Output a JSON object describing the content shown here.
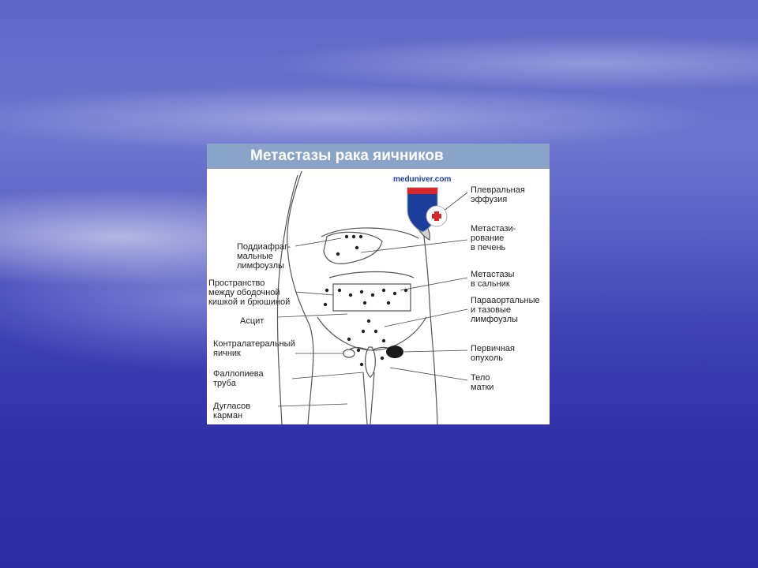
{
  "figure": {
    "title": "Метастазы рака яичников",
    "watermark": "meduniver.com"
  },
  "labels": {
    "pleural": "Плевральная\nэффузия",
    "liver": "Метастази-\nрование\nв печень",
    "omentum": "Метастазы\nв сальник",
    "paraaortic": "Парааортальные\nи тазовые\nлимфоузлы",
    "primary": "Первичная\nопухоль",
    "uterus": "Тело\nматки",
    "subdiaphragm": "Поддиафраг-\nмальные\nлимфоузлы",
    "space": "Пространство\nмежду ободочной\nкишкой и брюшиной",
    "ascites": "Асцит",
    "contralateral": "Контралатеральный\nяичник",
    "fallopian": "Фаллопиева\nтруба",
    "douglas": "Дугласов\nкарман"
  },
  "colors": {
    "title_bar": "#8aa3c9",
    "logo_red": "#d8262c",
    "logo_blue": "#1c3d9c"
  }
}
